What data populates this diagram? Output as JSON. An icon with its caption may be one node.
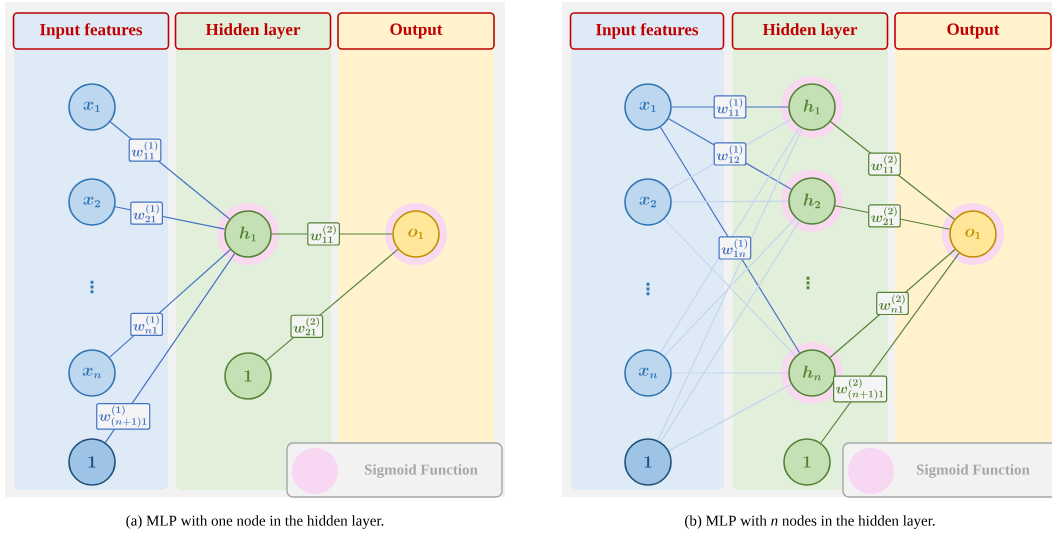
{
  "diagram": {
    "nodes": [
      {
        "text": [
          "Input features"
        ]
      },
      {
        "text": [
          "Hidden layer"
        ]
      },
      {
        "text": [
          "Output"
        ]
      },
      {
        "text": [
          "x_1"
        ]
      },
      {
        "text": [
          "x_2"
        ]
      },
      {
        "text": [
          "x_n"
        ]
      },
      {
        "text": [
          "1"
        ]
      },
      {
        "text": [
          "h_1"
        ]
      },
      {
        "text": [
          "1"
        ]
      },
      {
        "text": [
          "o_1"
        ]
      },
      {
        "text": [
          "Input features"
        ]
      },
      {
        "text": [
          "Hidden layer"
        ]
      },
      {
        "text": [
          "Output"
        ]
      },
      {
        "text": [
          "x_1"
        ]
      },
      {
        "text": [
          "x_2"
        ]
      },
      {
        "text": [
          "x_n"
        ]
      },
      {
        "text": [
          "1"
        ]
      },
      {
        "text": [
          "h_1"
        ]
      },
      {
        "text": [
          "h_2"
        ]
      },
      {
        "text": [
          "h_n"
        ]
      },
      {
        "text": [
          "1"
        ]
      },
      {
        "text": [
          "o_1"
        ]
      }
    ],
    "edges": [
      {
        "from": 3,
        "to": 7,
        "arrow": "none",
        "label": "w^{(1)}_{11}",
        "color": "#4472c4"
      },
      {
        "from": 4,
        "to": 7,
        "arrow": "none",
        "label": "w^{(1)}_{21}",
        "color": "#4472c4"
      },
      {
        "from": 5,
        "to": 7,
        "arrow": "none",
        "label": "w^{(1)}_{n1}",
        "color": "#4472c4"
      },
      {
        "from": 6,
        "to": 7,
        "arrow": "none",
        "label": "w^{(1)}_{(n+1)1}",
        "color": "#4472c4"
      },
      {
        "from": 7,
        "to": 9,
        "arrow": "none",
        "label": "w^{(2)}_{11}",
        "color": "#548235"
      },
      {
        "from": 8,
        "to": 9,
        "arrow": "none",
        "label": "w^{(2)}_{21}",
        "color": "#548235"
      },
      {
        "from": 13,
        "to": 17,
        "arrow": "none",
        "label": "w^{(1)}_{11}",
        "color": "#4472c4"
      },
      {
        "from": 13,
        "to": 18,
        "arrow": "none",
        "label": "w^{(1)}_{12}",
        "color": "#4472c4"
      },
      {
        "from": 13,
        "to": 19,
        "arrow": "none",
        "label": "w^{(1)}_{1n}",
        "color": "#4472c4"
      },
      {
        "from": 14,
        "to": 17,
        "arrow": "none",
        "color": "#c5d5ee"
      },
      {
        "from": 14,
        "to": 18,
        "arrow": "none",
        "color": "#c5d5ee"
      },
      {
        "from": 14,
        "to": 19,
        "arrow": "none",
        "color": "#c5d5ee"
      },
      {
        "from": 15,
        "to": 17,
        "arrow": "none",
        "color": "#c5d5ee"
      },
      {
        "from": 15,
        "to": 18,
        "arrow": "none",
        "color": "#c5d5ee"
      },
      {
        "from": 15,
        "to": 19,
        "arrow": "none",
        "color": "#c5d5ee"
      },
      {
        "from": 16,
        "to": 17,
        "arrow": "none",
        "color": "#c5d5ee"
      },
      {
        "from": 16,
        "to": 18,
        "arrow": "none",
        "color": "#c5d5ee"
      },
      {
        "from": 16,
        "to": 19,
        "arrow": "none",
        "color": "#c5d5ee"
      },
      {
        "from": 17,
        "to": 21,
        "arrow": "none",
        "label": "w^{(2)}_{11}",
        "color": "#548235"
      },
      {
        "from": 18,
        "to": 21,
        "arrow": "none",
        "label": "w^{(2)}_{21}",
        "color": "#548235"
      },
      {
        "from": 19,
        "to": 21,
        "arrow": "none",
        "label": "w^{(2)}_{n1}",
        "color": "#548235"
      },
      {
        "from": 20,
        "to": 21,
        "arrow": "none",
        "label": "w^{(2)}_{(n+1)1}",
        "color": "#548235"
      }
    ],
    "labels": [
      "⋮",
      "⋮",
      "⋮",
      "(a) MLP with one node in the hidden layer.",
      "(b) MLP with *n* nodes in the hidden layer."
    ],
    "legend": [
      {
        "text": "Sigmoid Function",
        "color": "#f8d7f3"
      },
      {
        "text": "Sigmoid Function",
        "color": "#f8d7f3"
      }
    ]
  }
}
